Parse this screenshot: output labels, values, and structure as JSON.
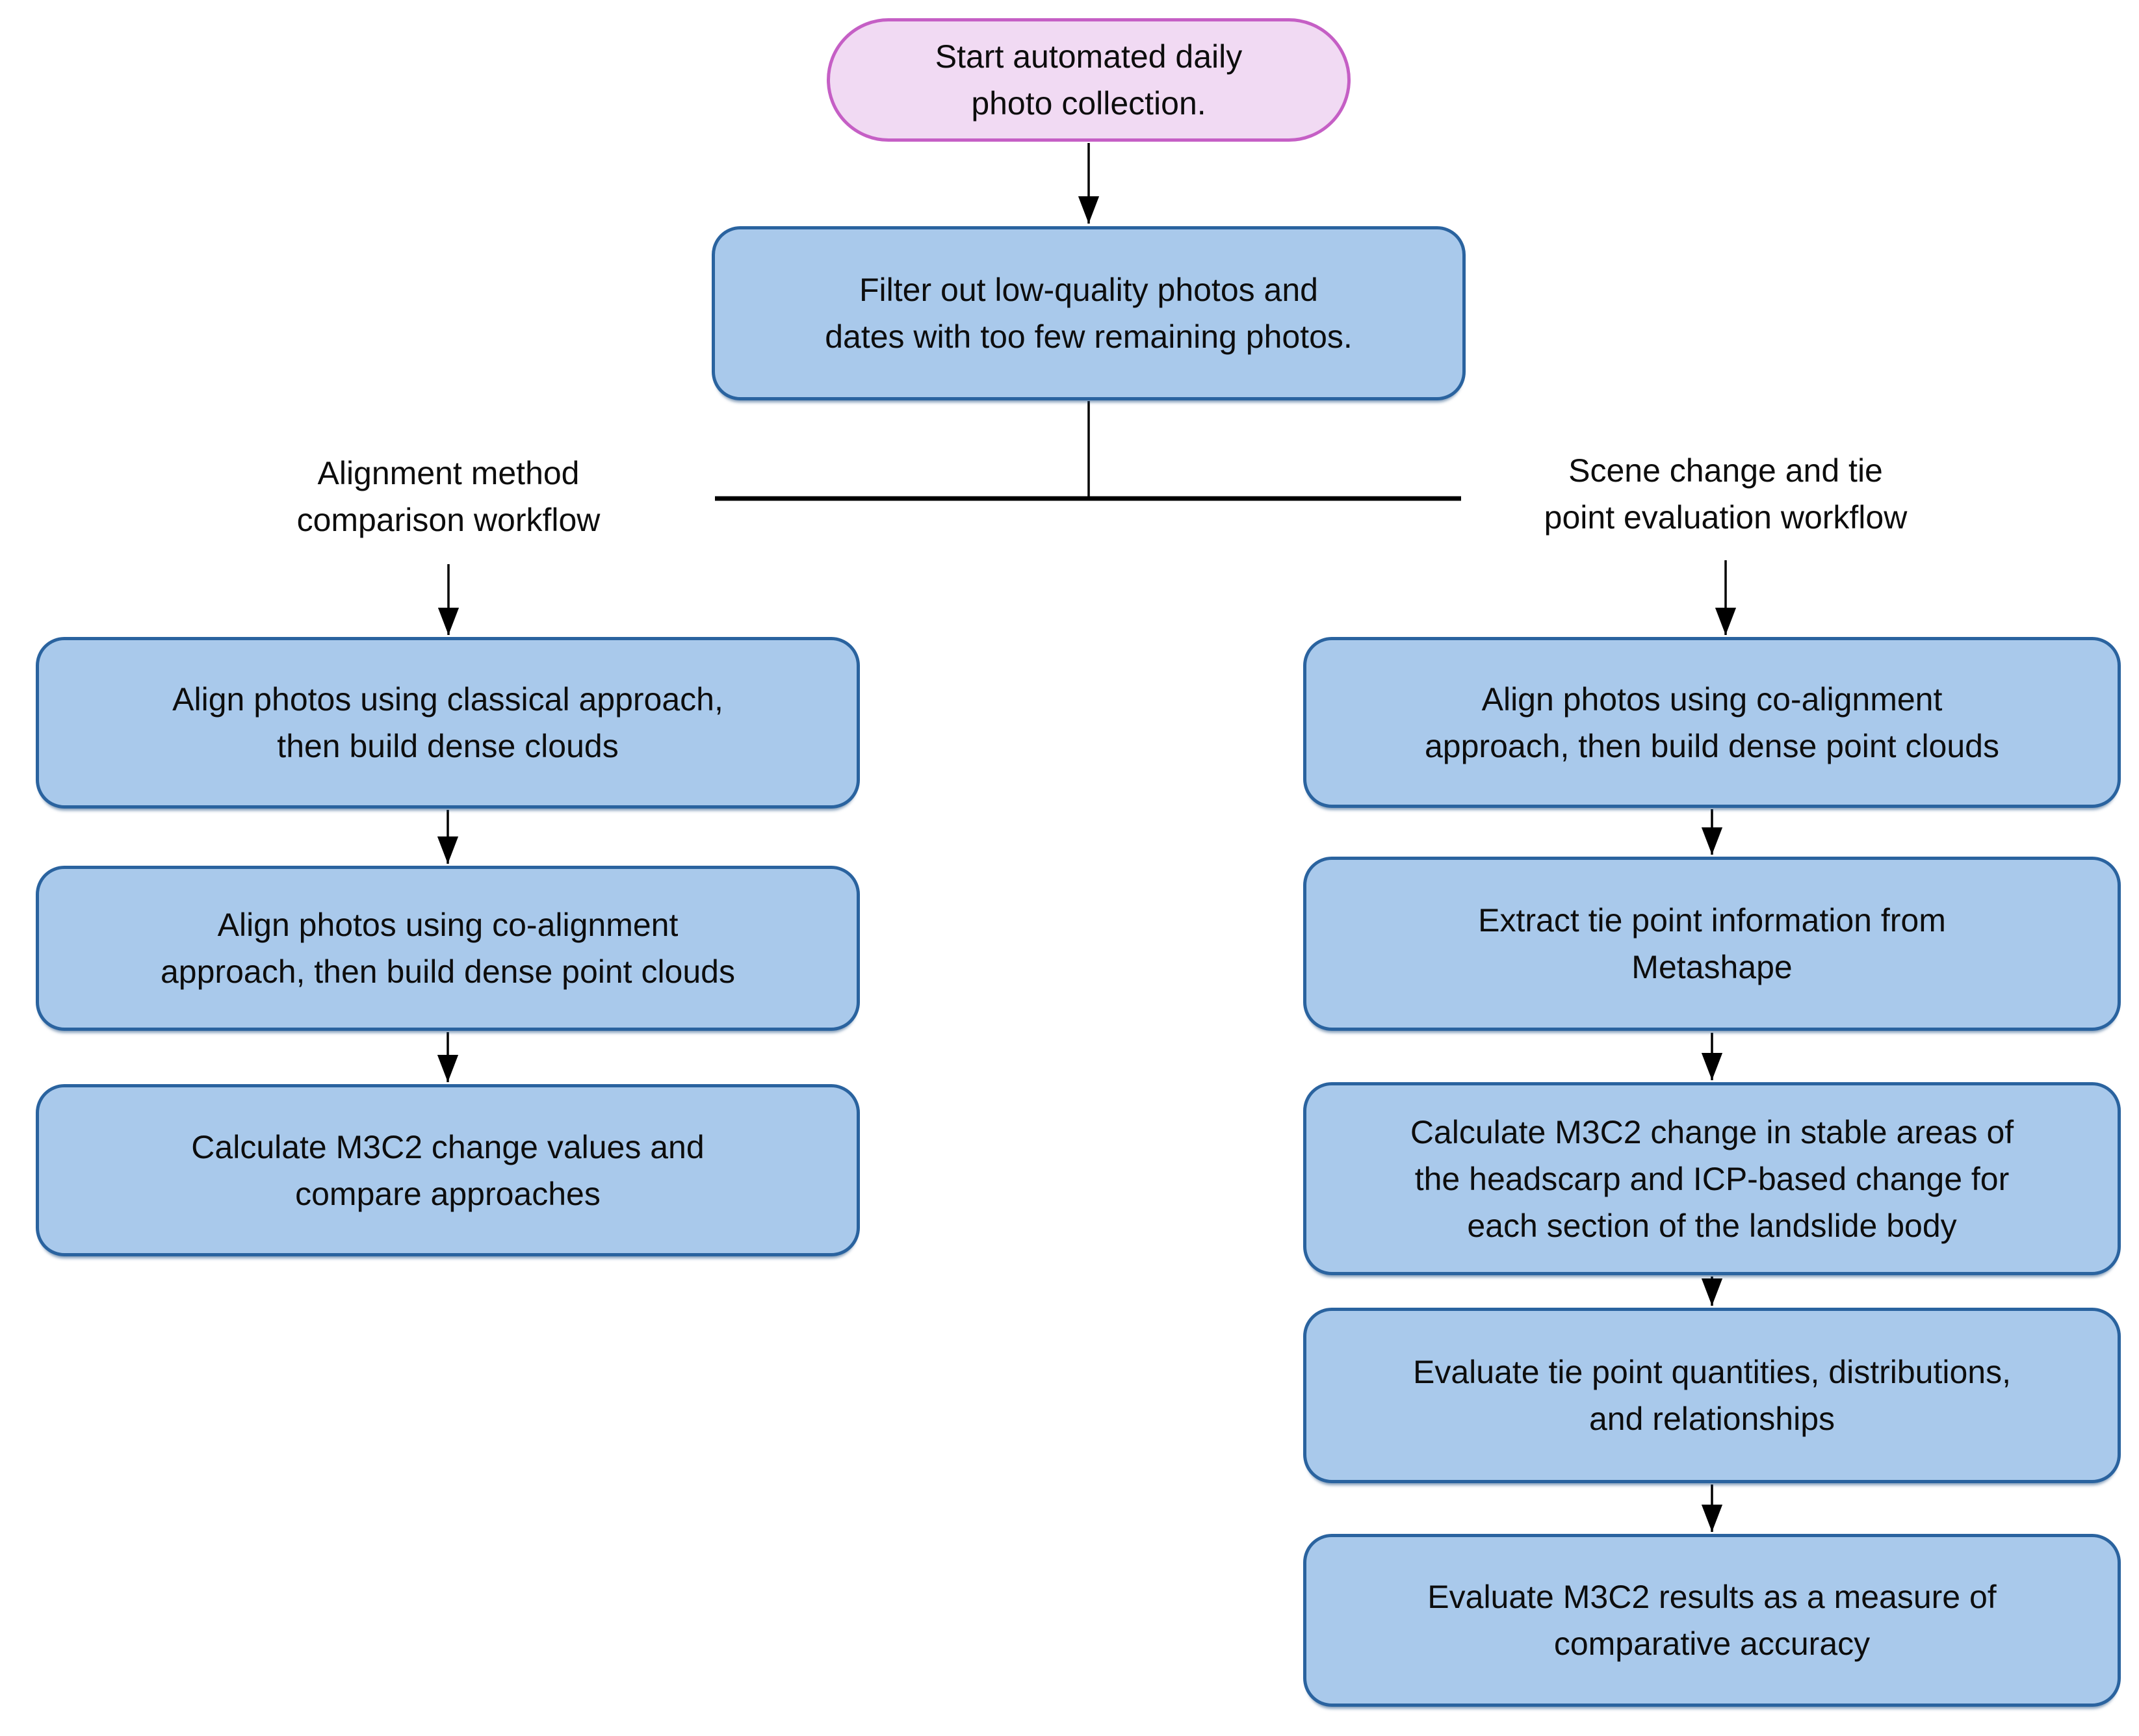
{
  "diagram": {
    "type": "flowchart",
    "start": {
      "label": "Start automated daily\nphoto collection."
    },
    "filter": {
      "label": "Filter out low-quality photos and\ndates with too few remaining photos."
    },
    "left_branch": {
      "label": "Alignment method\ncomparison workflow",
      "steps": [
        {
          "label": "Align photos using classical approach,\nthen build dense clouds"
        },
        {
          "label": "Align photos using co-alignment\napproach, then build dense point clouds"
        },
        {
          "label": "Calculate M3C2 change values and\ncompare approaches"
        }
      ]
    },
    "right_branch": {
      "label": "Scene change and tie\npoint evaluation workflow",
      "steps": [
        {
          "label": "Align photos using co-alignment\napproach, then build dense point clouds"
        },
        {
          "label": "Extract tie point information from\nMetashape"
        },
        {
          "label": "Calculate M3C2 change in stable areas of\nthe headscarp and ICP-based change for\neach section of the landslide body"
        },
        {
          "label": "Evaluate tie point quantities, distributions,\nand relationships"
        },
        {
          "label": "Evaluate M3C2 results as a measure of\ncomparative accuracy"
        }
      ]
    },
    "colors": {
      "process_fill": "#a9c9eb",
      "process_border": "#2a639f",
      "start_fill": "#f1daf3",
      "start_border": "#c55fc5",
      "connector": "#000000"
    }
  }
}
